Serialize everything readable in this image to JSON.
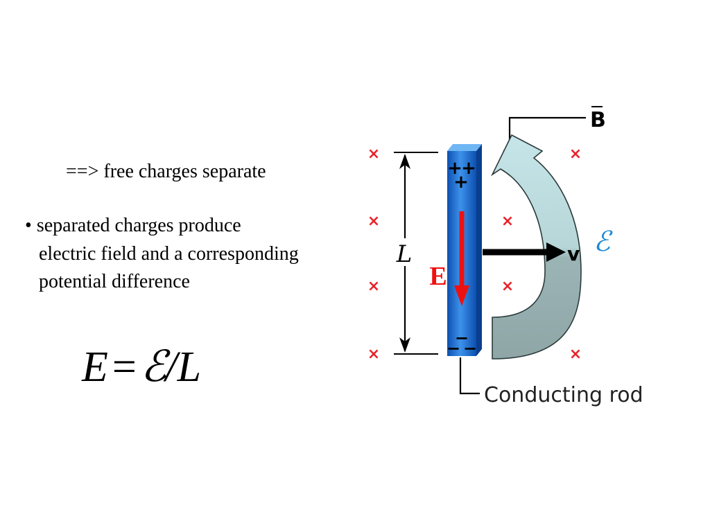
{
  "text": {
    "line1": "==> free charges separate",
    "bullet": "•",
    "line2": "separated charges produce",
    "line3": "electric field and a corresponding",
    "line4": "potential difference"
  },
  "equation": {
    "lhs": "E",
    "equals": "=",
    "emf": "ℰ",
    "slash": "/",
    "length": "L"
  },
  "diagram": {
    "labels": {
      "magnetic_field": "B",
      "length": "L",
      "velocity": "v",
      "electric_field": "E",
      "emf": "ℰ",
      "rod": "Conducting rod",
      "plus": "+",
      "minus": "−"
    },
    "colors": {
      "rod": "#1f6fd0",
      "rod_highlight": "#4aa0f0",
      "field_arrow": "#ee1111",
      "emf_label": "#1c8ad6",
      "curved_arrow_top": "#bfe0e2",
      "curved_arrow_bottom": "#93aeaf",
      "x_marks": "#e8232a"
    },
    "field_marks": "×"
  }
}
